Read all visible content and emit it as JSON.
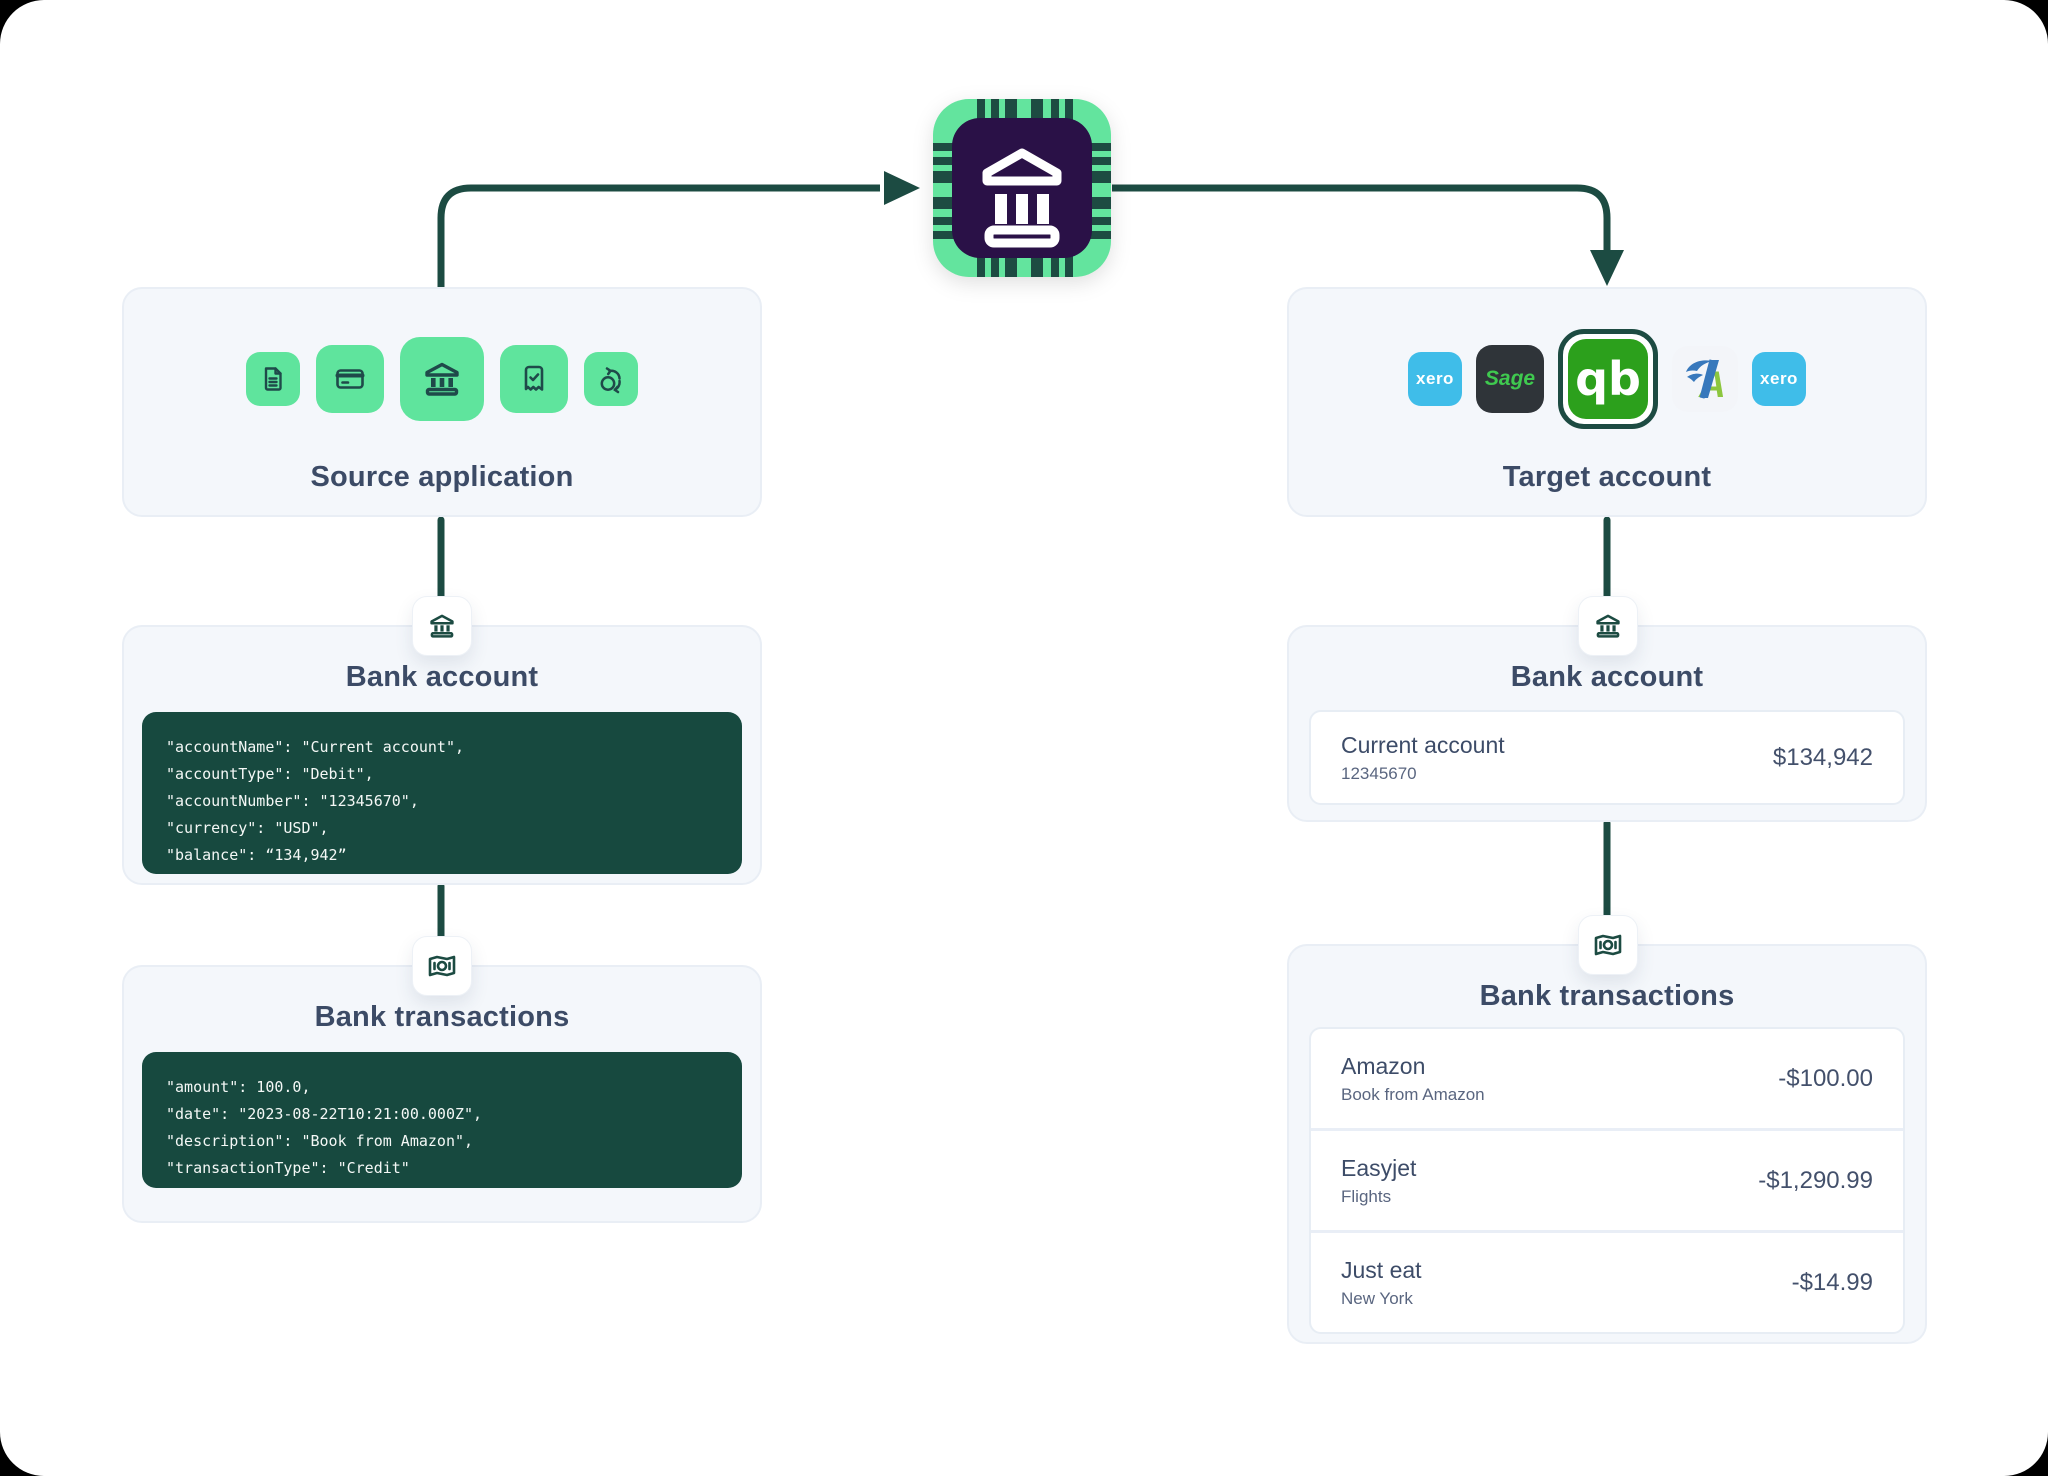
{
  "colors": {
    "arrow": "#1C4B42",
    "card_bg": "#F4F7FB",
    "card_border": "#E9EEF5",
    "title_text": "#3C4B66",
    "tile_green": "#5FE49D",
    "tile_icon": "#1F4A4A",
    "code_bg": "#17493F",
    "code_text": "#F4F8F6",
    "chip_green": "#63E49E",
    "chip_inner_purple": "#2A1147",
    "xero_blue": "#3FBDE9",
    "sage_dark": "#2F3439",
    "sage_green": "#3FC94F",
    "quickbooks_green": "#2CA01C",
    "freeagent_green": "#8CC63F",
    "freeagent_blue": "#3778BC"
  },
  "hub": {
    "icon": "bank-chip-icon"
  },
  "source_panel": {
    "title": "Source application",
    "icons": [
      "document-icon",
      "credit-card-icon",
      "bank-icon",
      "receipt-check-icon",
      "currency-exchange-icon"
    ]
  },
  "target_panel": {
    "title": "Target account",
    "apps": [
      {
        "name": "xero",
        "label": "xero"
      },
      {
        "name": "sage",
        "label": "Sage"
      },
      {
        "name": "quickbooks",
        "label": "qb",
        "selected": true
      },
      {
        "name": "freeagent",
        "label": "A"
      },
      {
        "name": "xero",
        "label": "xero"
      }
    ]
  },
  "left_bank_account": {
    "title": "Bank account",
    "code": [
      "\"accountName\": \"Current account\",",
      "\"accountType\": \"Debit\",",
      "\"accountNumber\": \"12345670\",",
      "\"currency\": \"USD\",",
      "\"balance\": “134,942”"
    ]
  },
  "left_bank_transactions": {
    "title": "Bank transactions",
    "code": [
      "\"amount\": 100.0,",
      "\"date\": \"2023-08-22T10:21:00.000Z\",",
      "\"description\": \"Book from Amazon\",",
      "\"transactionType\": \"Credit\""
    ]
  },
  "right_bank_account": {
    "title": "Bank account",
    "account": {
      "name": "Current account",
      "number": "12345670",
      "balance": "$134,942"
    }
  },
  "right_bank_transactions": {
    "title": "Bank transactions",
    "rows": [
      {
        "name": "Amazon",
        "detail": "Book from Amazon",
        "amount": "-$100.00"
      },
      {
        "name": "Easyjet",
        "detail": "Flights",
        "amount": "-$1,290.99"
      },
      {
        "name": "Just eat",
        "detail": "New York",
        "amount": "-$14.99"
      }
    ]
  }
}
